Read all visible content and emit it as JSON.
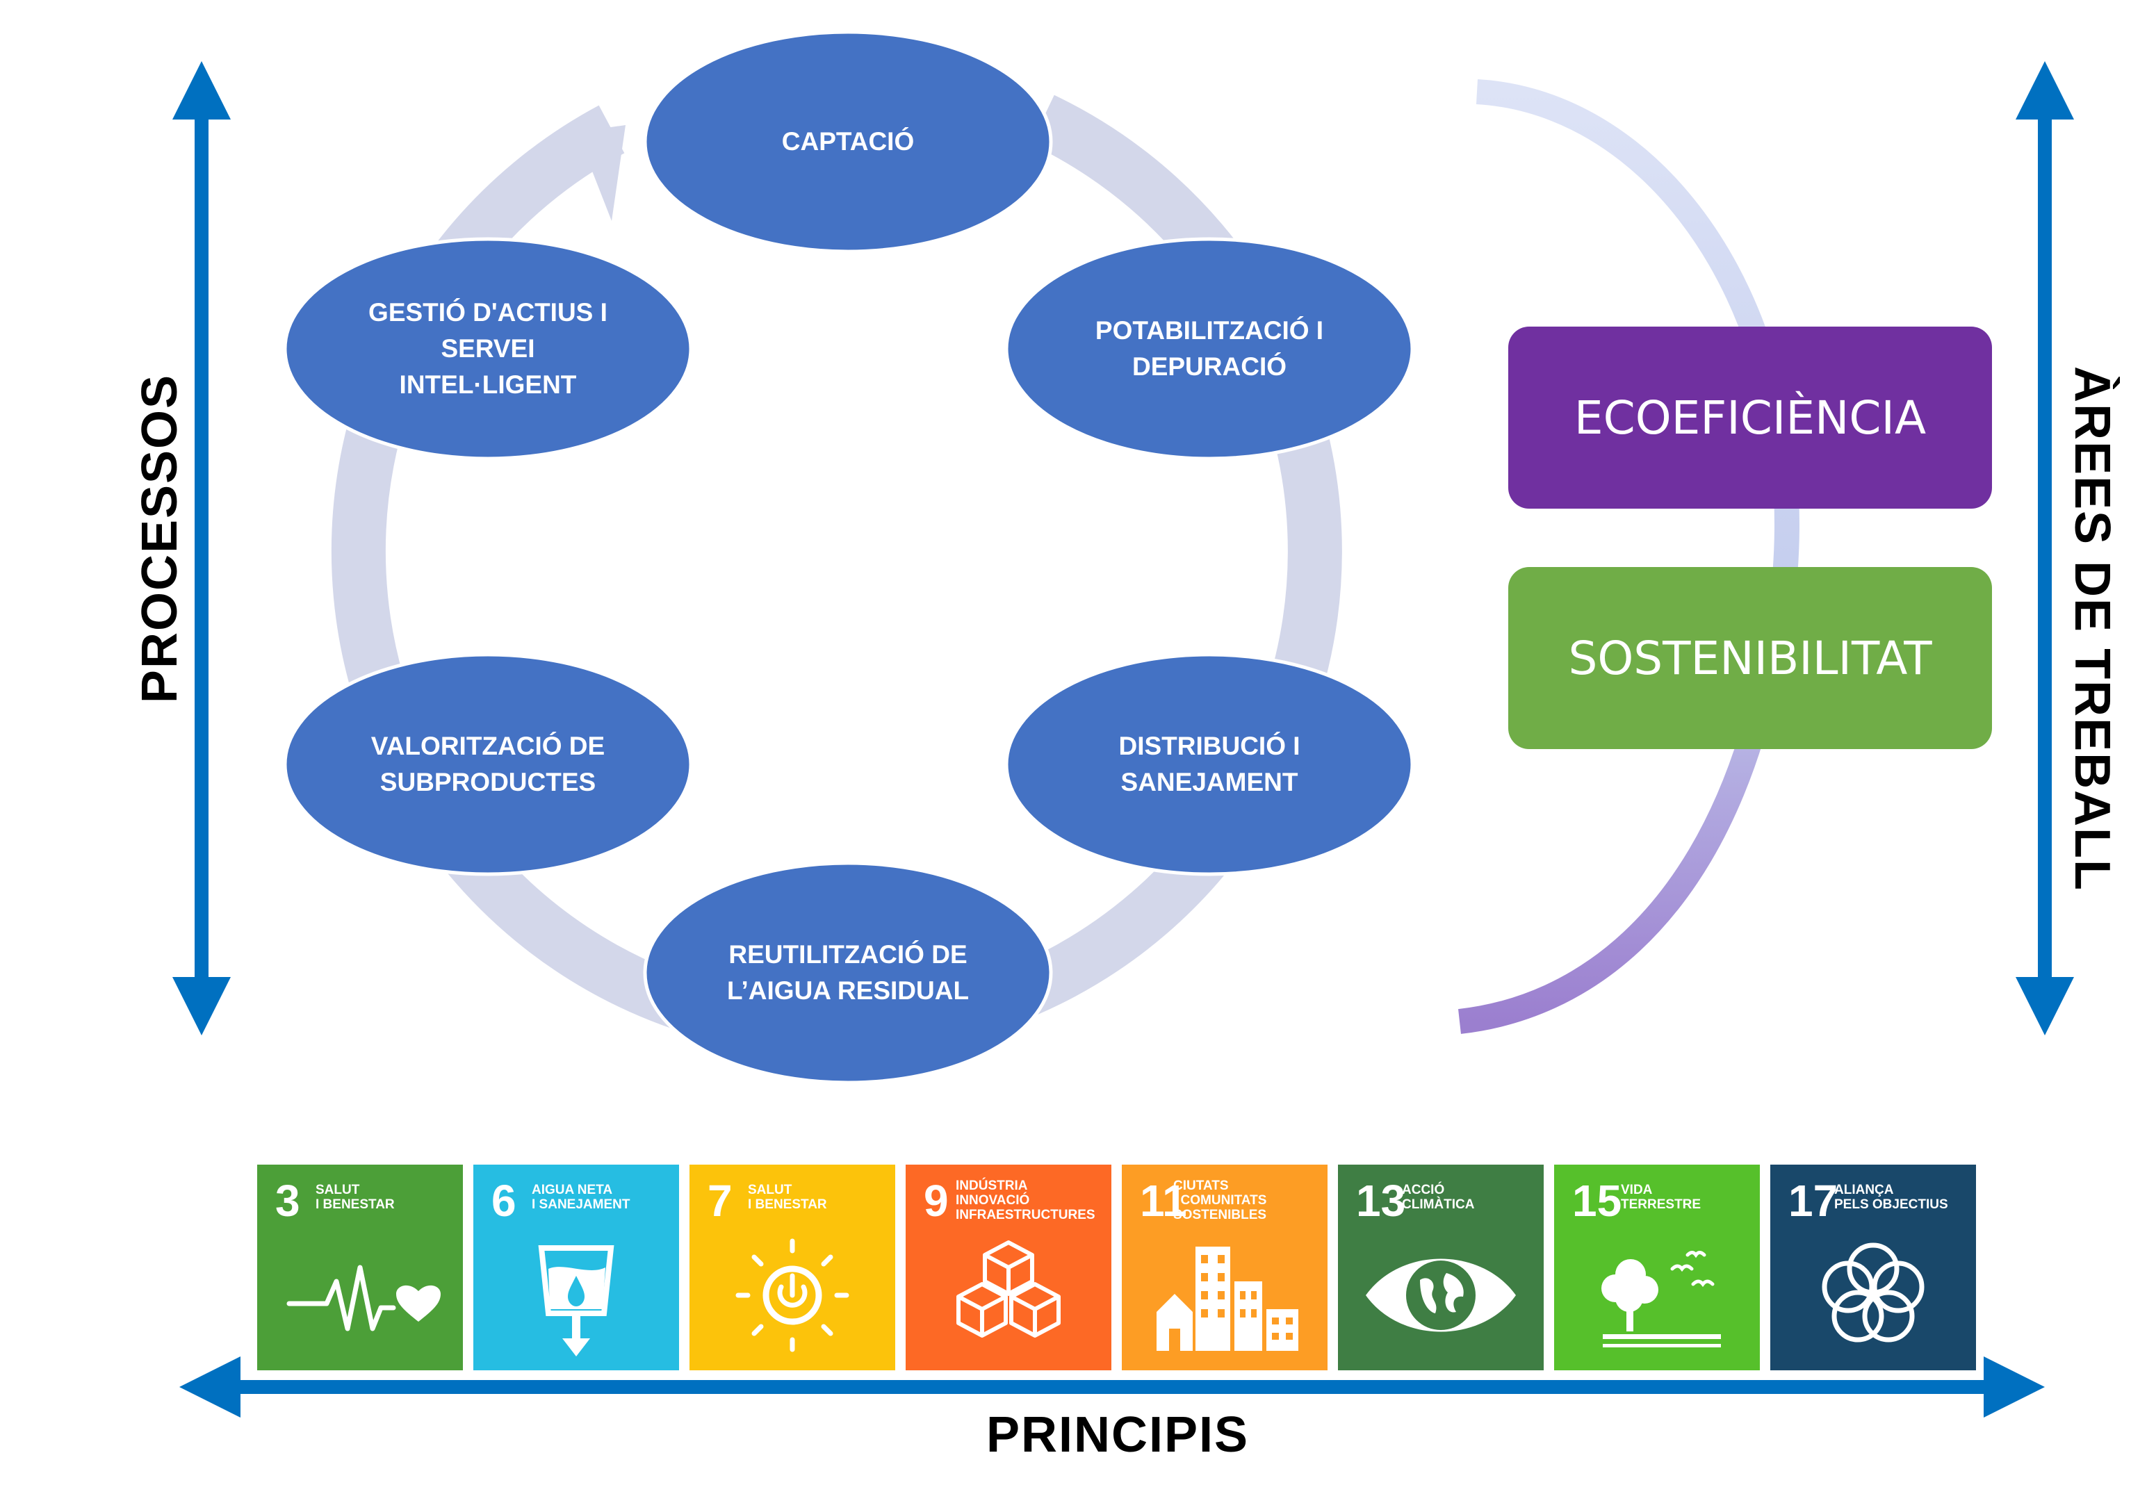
{
  "processes": {
    "captacio": "CAPTACIÓ",
    "potabilitzacio": "POTABILITZACIÓ I\nDEPURACIÓ",
    "distribucio": "DISTRIBUCIÓ I\nSANEJAMENT",
    "reutilitzacio": "REUTILITZACIÓ DE\nL’AIGUA RESIDUAL",
    "valoritzacio": "VALORITZACIÓ DE\nSUBPRODUCTES",
    "gestio": "GESTIÓ D'ACTIUS I\nSERVEI\nINTEL·LIGENT"
  },
  "areas": {
    "ecoeficiencia": "ECOEFICIÈNCIA",
    "sostenibilitat": "SOSTENIBILITAT"
  },
  "axes": {
    "processos": "PROCESSOS",
    "arees": "ÀREES DE TREBALL",
    "principis": "PRINCIPIS"
  },
  "sdgs": [
    {
      "number": "3",
      "text": "SALUT\nI BENESTAR",
      "color": "#4c9f38",
      "icon": "heartbeat-icon"
    },
    {
      "number": "6",
      "text": "AIGUA NETA\nI SANEJAMENT",
      "color": "#26bde2",
      "icon": "water-glass-icon"
    },
    {
      "number": "7",
      "text": "SALUT\nI BENESTAR",
      "color": "#fcc30b",
      "icon": "sun-power-icon"
    },
    {
      "number": "9",
      "text": "INDÚSTRIA\nINNOVACIÓ\nINFRAESTRUCTURES",
      "color": "#fd6925",
      "icon": "cubes-icon"
    },
    {
      "number": "11",
      "text": "CIUTATS\nI COMUNITATS\nSOSTENIBLES",
      "color": "#fd9d24",
      "icon": "city-buildings-icon"
    },
    {
      "number": "13",
      "text": "ACCIÓ\nCLIMÀTICA",
      "color": "#3f7e44",
      "icon": "eye-globe-icon"
    },
    {
      "number": "15",
      "text": "VIDA\nTERRESTRE",
      "color": "#56c02b",
      "icon": "tree-birds-icon"
    },
    {
      "number": "17",
      "text": "ALIANÇA\nPELS OBJECTIUS",
      "color": "#19486a",
      "icon": "partnership-rings-icon"
    }
  ],
  "colors": {
    "ellipse": "#4472c4",
    "cycle_arrow": "#d3d7ea",
    "axis_arrow": "#0070c0",
    "ecoeficiencia": "#7030a0",
    "sostenibilitat": "#70ad47"
  }
}
